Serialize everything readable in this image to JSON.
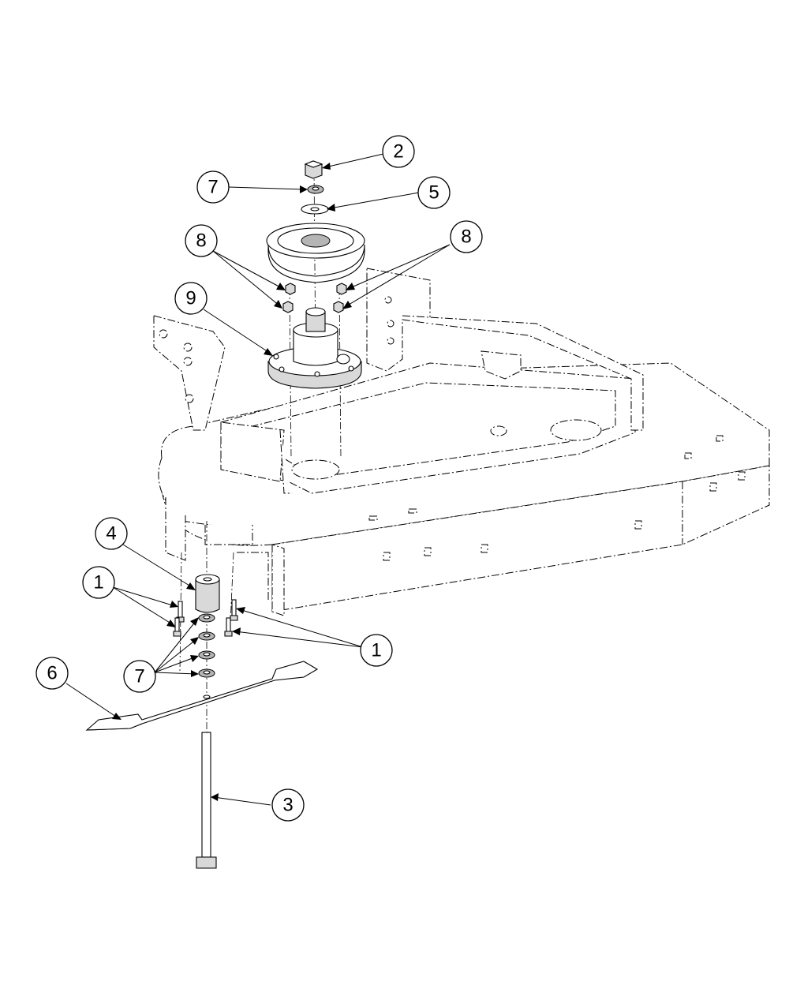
{
  "callouts": [
    {
      "id": "c2",
      "label": "2"
    },
    {
      "id": "c7a",
      "label": "7"
    },
    {
      "id": "c5",
      "label": "5"
    },
    {
      "id": "c8a",
      "label": "8"
    },
    {
      "id": "c8b",
      "label": "8"
    },
    {
      "id": "c9",
      "label": "9"
    },
    {
      "id": "c4",
      "label": "4"
    },
    {
      "id": "c1a",
      "label": "1"
    },
    {
      "id": "c1b",
      "label": "1"
    },
    {
      "id": "c6",
      "label": "6"
    },
    {
      "id": "c7b",
      "label": "7"
    },
    {
      "id": "c3",
      "label": "3"
    }
  ]
}
